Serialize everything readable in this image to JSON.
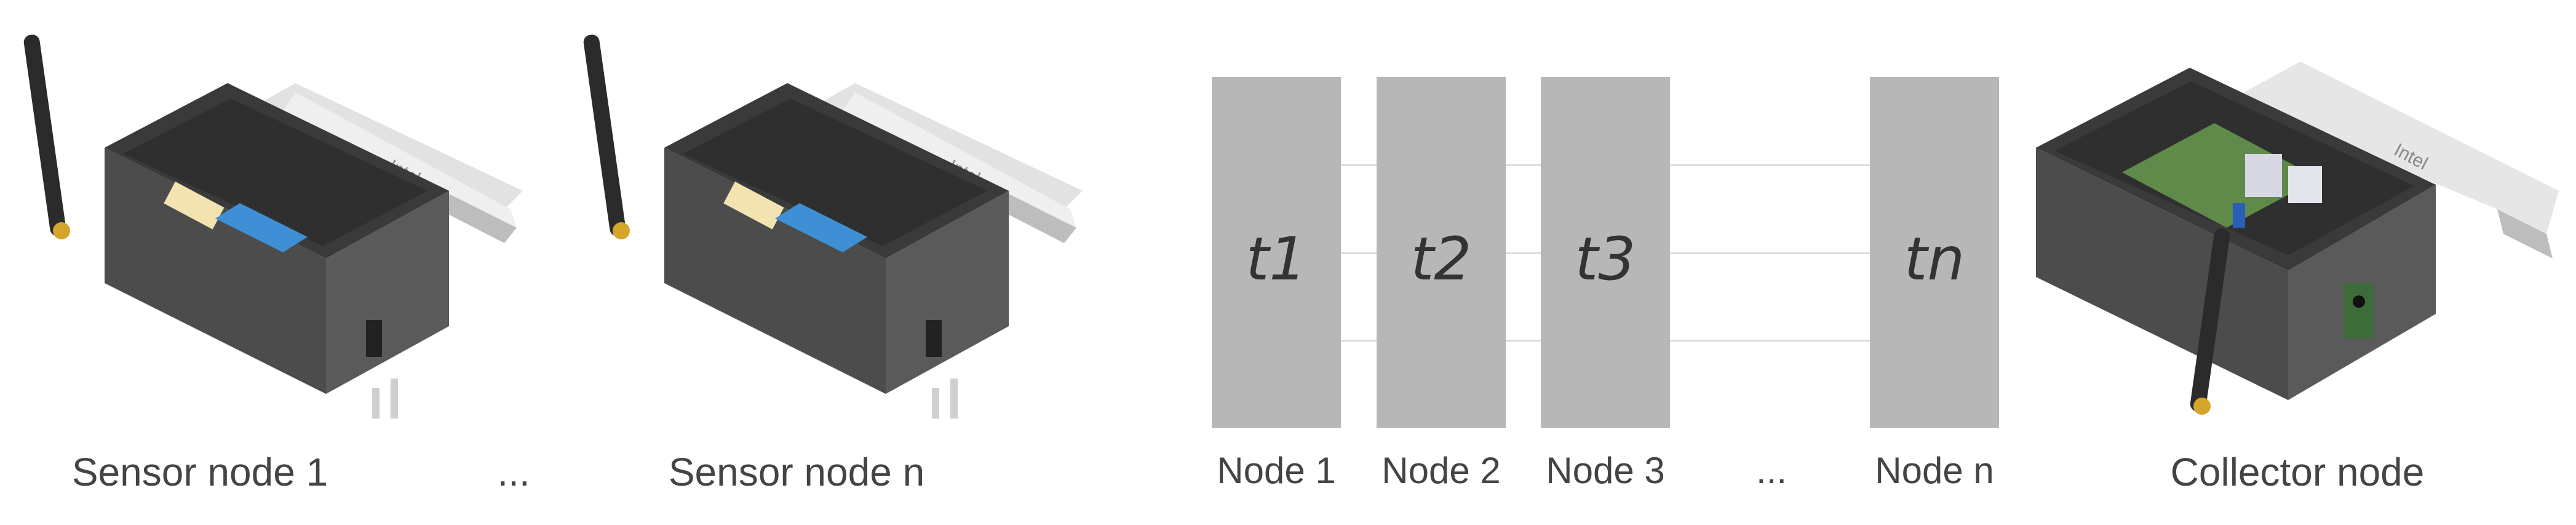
{
  "devices": [
    {
      "caption": "Sensor node 1",
      "kind": "sensor"
    },
    {
      "caption": "Sensor node n",
      "kind": "sensor"
    },
    {
      "caption": "Collector node",
      "kind": "collector"
    }
  ],
  "ellipsis_between_sensors": "...",
  "lid_brand": "Intel",
  "schedule": {
    "slots": [
      {
        "label": "t1",
        "node": "Node 1"
      },
      {
        "label": "t2",
        "node": "Node 2"
      },
      {
        "label": "t3",
        "node": "Node 3"
      },
      {
        "label": "tn",
        "node": "Node n"
      }
    ],
    "ellipsis": "..."
  },
  "colors": {
    "enclosure": "#4a4a4a",
    "antenna": "#2b2b2b",
    "lid": "#d9d9d9",
    "slot": "#b7b7b7",
    "board_blue": "#3f8fd6",
    "board_green": "#5f8a4a"
  }
}
